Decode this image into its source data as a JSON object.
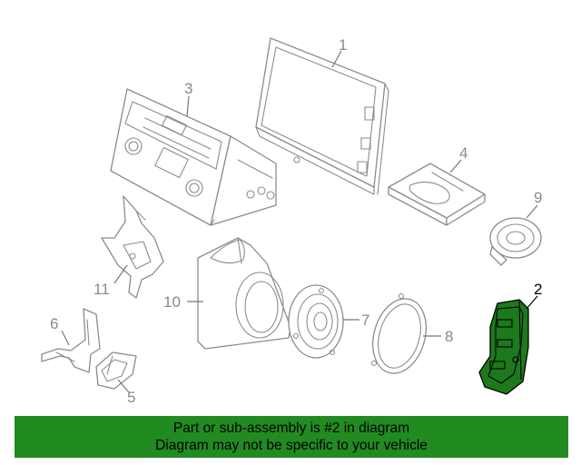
{
  "callouts": {
    "c1": "1",
    "c2": "2",
    "c3": "3",
    "c4": "4",
    "c5": "5",
    "c6": "6",
    "c7": "7",
    "c8": "8",
    "c9": "9",
    "c10": "10",
    "c11": "11"
  },
  "highlight_part": "2",
  "colors": {
    "highlight": "#1c7a1c",
    "banner": "#218b21",
    "line": "#8c8c8c"
  },
  "banner": {
    "line1": "Part or sub-assembly is #2 in diagram",
    "line2": "Diagram may not be specific to your vehicle"
  }
}
